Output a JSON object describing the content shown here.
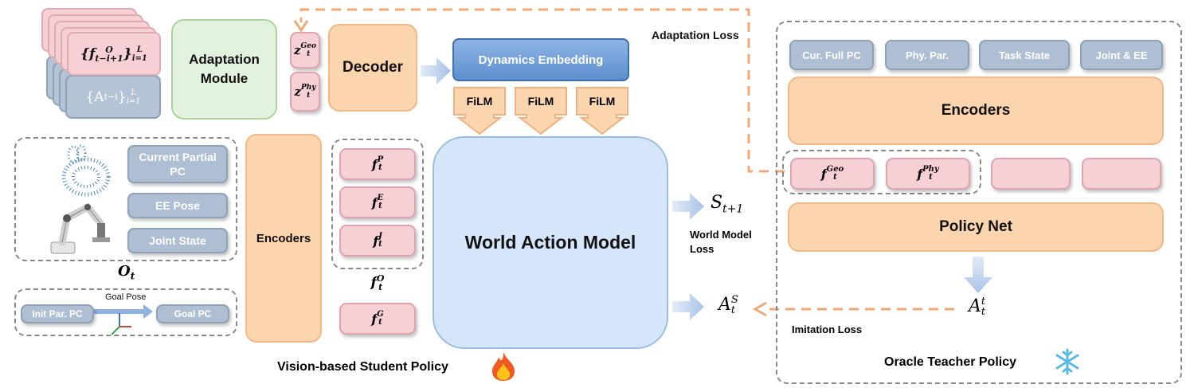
{
  "obs_history": {
    "feature_label": "{f^O_{t−i+1}}^L_{i=1}",
    "feat_main": "{f",
    "feat_sup": "O",
    "feat_sub": "t−i+1",
    "feat_close": "}",
    "feat_lim_sup": "L",
    "feat_lim_sub": "i=1",
    "action_main": "{A",
    "action_sub": "t−i",
    "action_close": "}",
    "action_lim_sup": "L",
    "action_lim_sub": "i=1"
  },
  "adaptation_module": "Adaptation Module",
  "latents": {
    "geo_base": "z",
    "geo_sub": "t",
    "geo_sup": "Geo",
    "phy_base": "z",
    "phy_sub": "t",
    "phy_sup": "Phy"
  },
  "decoder": "Decoder",
  "dynamics_embedding": "Dynamics Embedding",
  "film_labels": [
    "FiLM",
    "FiLM",
    "FiLM"
  ],
  "adaptation_loss": "Adaptation Loss",
  "observation": {
    "items": [
      "Current Partial PC",
      "EE Pose",
      "Joint State"
    ],
    "label_base": "O",
    "label_sub": "t"
  },
  "goal": {
    "init": "Init Par. PC",
    "arrow_label": "Goal Pose",
    "goal_pc": "Goal PC"
  },
  "student_encoders": "Encoders",
  "features": [
    {
      "base": "f",
      "sub": "t",
      "sup": "P"
    },
    {
      "base": "f",
      "sub": "t",
      "sup": "E"
    },
    {
      "base": "f",
      "sub": "t",
      "sup": "J"
    }
  ],
  "feature_group": {
    "base": "f",
    "sub": "t",
    "sup": "O"
  },
  "goal_feature": {
    "base": "f",
    "sub": "t",
    "sup": "G"
  },
  "world_action_model": "World Action Model",
  "next_state": {
    "base": "S",
    "sub": "t+1"
  },
  "world_model_loss": "World Model Loss",
  "student_action": {
    "base": "A",
    "sub": "t",
    "sup": "S"
  },
  "imitation_loss": "Imitation Loss",
  "student_title": "Vision-based Student Policy",
  "teacher": {
    "inputs": [
      "Cur. Full PC",
      "Phy. Par.",
      "Task State",
      "Joint & EE"
    ],
    "encoders": "Encoders",
    "f_geo": {
      "base": "f",
      "sub": "t",
      "sup": "Geo"
    },
    "f_phy": {
      "base": "f",
      "sub": "t",
      "sup": "Phy"
    },
    "policy_net": "Policy Net",
    "action": {
      "base": "A",
      "sub": "t",
      "sup": "t"
    },
    "title": "Oracle Teacher Policy"
  },
  "colors": {
    "orange": "#fad5ad",
    "pink": "#f7d0d5",
    "grey": "#aebfd3",
    "blue": "#d6e6fa",
    "green": "#e3f1df",
    "dynamics": "#5b8fcf",
    "dashed_orange": "#f0a878"
  }
}
